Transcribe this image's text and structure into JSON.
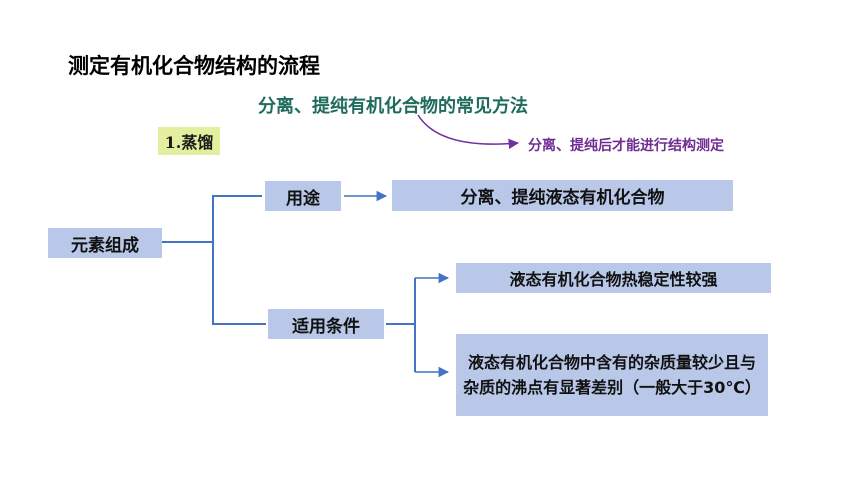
{
  "slide": {
    "title": "测定有机化合物结构的流程",
    "subtitle": "分离、提纯有机化合物的常见方法",
    "note": "分离、提纯后才能进行结构测定",
    "section_tag": "1.蒸馏"
  },
  "diagram": {
    "root": "元素组成",
    "use_label": "用途",
    "use_result": "分离、提纯液态有机化合物",
    "condition_label": "适用条件",
    "condition_1": "液态有机化合物热稳定性较强",
    "condition_2": "液态有机化合物中含有的杂质量较少且与杂质的沸点有显著差别（一般大于30℃）"
  },
  "colors": {
    "box_fill": "#b9c8e9",
    "tag_fill": "#e3ef9e",
    "connector": "#4472c4",
    "subtitle_text": "#1f6b5c",
    "note_text": "#6f2c91"
  }
}
